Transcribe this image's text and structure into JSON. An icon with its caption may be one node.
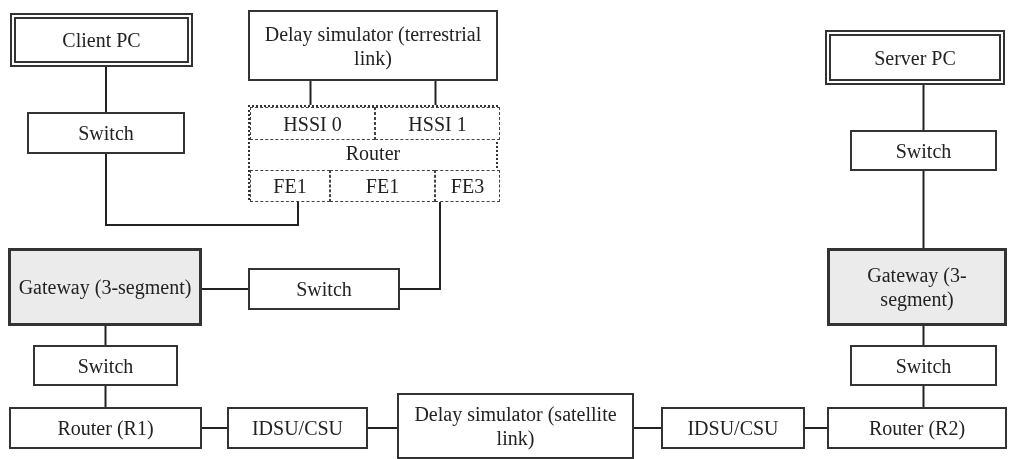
{
  "diagram": {
    "nodes": [
      {
        "text": [
          "Client PC"
        ]
      },
      {
        "text": [
          "Delay simulator (terrestrial link)"
        ]
      },
      {
        "text": [
          "Server PC"
        ]
      },
      {
        "text": [
          "Switch"
        ]
      },
      {
        "text": [
          "Router"
        ]
      },
      {
        "text": [
          "HSSI 0"
        ],
        "in": 4
      },
      {
        "text": [
          "HSSI 1"
        ],
        "in": 4
      },
      {
        "text": [
          "FE1"
        ],
        "in": 4
      },
      {
        "text": [
          "FE1"
        ],
        "in": 4
      },
      {
        "text": [
          "FE3"
        ],
        "in": 4
      },
      {
        "text": [
          "Switch"
        ]
      },
      {
        "text": [
          "Gateway (3-segment)"
        ]
      },
      {
        "text": [
          "Switch"
        ]
      },
      {
        "text": [
          "Gateway (3-segment)"
        ]
      },
      {
        "text": [
          "Switch"
        ]
      },
      {
        "text": [
          "Switch"
        ]
      },
      {
        "text": [
          "Router (R1)"
        ]
      },
      {
        "text": [
          "IDSU/CSU"
        ]
      },
      {
        "text": [
          "Delay simulator (satellite link)"
        ]
      },
      {
        "text": [
          "IDSU/CSU"
        ]
      },
      {
        "text": [
          "Router (R2)"
        ]
      }
    ],
    "edges": [
      {
        "from": 0,
        "to": 3,
        "arrow": "none"
      },
      {
        "from": 1,
        "to": 5,
        "arrow": "none"
      },
      {
        "from": 1,
        "to": 6,
        "arrow": "none"
      },
      {
        "from": 3,
        "to": 7,
        "arrow": "none"
      },
      {
        "from": 9,
        "to": 12,
        "arrow": "none"
      },
      {
        "from": 11,
        "to": 12,
        "arrow": "none"
      },
      {
        "from": 11,
        "to": 14,
        "arrow": "none"
      },
      {
        "from": 14,
        "to": 16,
        "arrow": "none"
      },
      {
        "from": 16,
        "to": 17,
        "arrow": "none"
      },
      {
        "from": 17,
        "to": 18,
        "arrow": "none"
      },
      {
        "from": 18,
        "to": 19,
        "arrow": "none"
      },
      {
        "from": 19,
        "to": 20,
        "arrow": "none"
      },
      {
        "from": 20,
        "to": 15,
        "arrow": "none"
      },
      {
        "from": 15,
        "to": 13,
        "arrow": "none"
      },
      {
        "from": 13,
        "to": 10,
        "arrow": "none"
      },
      {
        "from": 10,
        "to": 2,
        "arrow": "none"
      }
    ]
  }
}
